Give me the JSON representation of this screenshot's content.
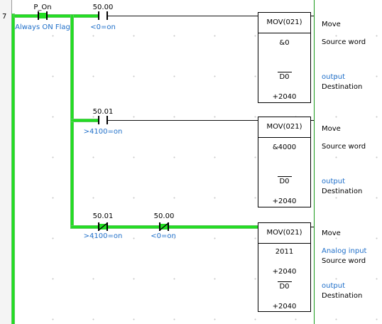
{
  "rung": {
    "number": "7"
  },
  "colors": {
    "energized": "#22dd22",
    "comment": "#1f6fc9",
    "wire": "#111111"
  },
  "contacts": {
    "p_on": {
      "address": "P_On",
      "comment": "Always ON Flag",
      "type": "no",
      "energized": true
    },
    "c1": {
      "address": "50.00",
      "comment": "<0=on",
      "type": "no",
      "energized": false
    },
    "c2": {
      "address": "50.01",
      "comment": ">4100=on",
      "type": "no",
      "energized": false
    },
    "c3": {
      "address": "50.01",
      "comment": ">4100=on",
      "type": "nc",
      "energized": true
    },
    "c4": {
      "address": "50.00",
      "comment": "<0=on",
      "type": "nc",
      "energized": true
    }
  },
  "blocks": [
    {
      "instruction": "MOV(021)",
      "source": "&0",
      "dest": "D0",
      "dest_value": "+2040",
      "desc": "Move",
      "source_label": "Source word",
      "dest_comment": "output",
      "dest_label": "Destination"
    },
    {
      "instruction": "MOV(021)",
      "source": "&4000",
      "dest": "D0",
      "dest_value": "+2040",
      "desc": "Move",
      "source_label": "Source word",
      "dest_comment": "output",
      "dest_label": "Destination"
    },
    {
      "instruction": "MOV(021)",
      "source": "2011",
      "source_value": "+2040",
      "source_comment": "Analog input",
      "dest": "D0",
      "dest_value": "+2040",
      "desc": "Move",
      "source_label": "Source word",
      "dest_comment": "output",
      "dest_label": "Destination"
    }
  ]
}
